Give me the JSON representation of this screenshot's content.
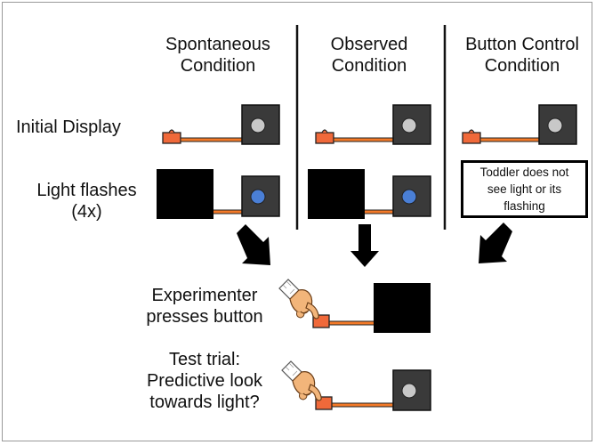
{
  "columns": [
    {
      "title_line1": "Spontaneous",
      "title_line2": "Condition"
    },
    {
      "title_line1": "Observed",
      "title_line2": "Condition"
    },
    {
      "title_line1": "Button Control",
      "title_line2": "Condition"
    }
  ],
  "rows": {
    "initial_display": "Initial Display",
    "light_flashes_line1": "Light flashes",
    "light_flashes_line2": "(4x)"
  },
  "control_note": "Toddler does not see light or its flashing",
  "steps": {
    "experimenter_line1": "Experimenter",
    "experimenter_line2": "presses button",
    "test_line1": "Test trial:",
    "test_line2": "Predictive look",
    "test_line3": "towards light?"
  },
  "colors": {
    "button_orange": "#f0693a",
    "wire_orange": "#f47a28",
    "box_dark": "#3a3a3a",
    "light_off": "#c8c8c8",
    "light_on": "#4a7fd6",
    "occluder": "#000000"
  },
  "icons": {
    "hand": "pointing-hand-icon",
    "arrow": "down-arrow-icon"
  }
}
